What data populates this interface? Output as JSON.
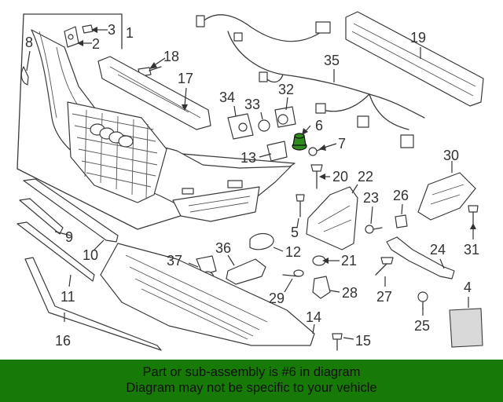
{
  "callouts": [
    {
      "id": "c1",
      "label": "1"
    },
    {
      "id": "c2",
      "label": "2"
    },
    {
      "id": "c3",
      "label": "3"
    },
    {
      "id": "c4",
      "label": "4"
    },
    {
      "id": "c5",
      "label": "5"
    },
    {
      "id": "c6",
      "label": "6"
    },
    {
      "id": "c7",
      "label": "7"
    },
    {
      "id": "c8",
      "label": "8"
    },
    {
      "id": "c9",
      "label": "9"
    },
    {
      "id": "c10",
      "label": "10"
    },
    {
      "id": "c11",
      "label": "11"
    },
    {
      "id": "c12",
      "label": "12"
    },
    {
      "id": "c13",
      "label": "13"
    },
    {
      "id": "c14",
      "label": "14"
    },
    {
      "id": "c15",
      "label": "15"
    },
    {
      "id": "c16",
      "label": "16"
    },
    {
      "id": "c17",
      "label": "17"
    },
    {
      "id": "c18",
      "label": "18"
    },
    {
      "id": "c19",
      "label": "19"
    },
    {
      "id": "c20",
      "label": "20"
    },
    {
      "id": "c21",
      "label": "21"
    },
    {
      "id": "c22",
      "label": "22"
    },
    {
      "id": "c23",
      "label": "23"
    },
    {
      "id": "c24",
      "label": "24"
    },
    {
      "id": "c25",
      "label": "25"
    },
    {
      "id": "c26",
      "label": "26"
    },
    {
      "id": "c27",
      "label": "27"
    },
    {
      "id": "c28",
      "label": "28"
    },
    {
      "id": "c29",
      "label": "29"
    },
    {
      "id": "c30",
      "label": "30"
    },
    {
      "id": "c31",
      "label": "31"
    },
    {
      "id": "c32",
      "label": "32"
    },
    {
      "id": "c33",
      "label": "33"
    },
    {
      "id": "c34",
      "label": "34"
    },
    {
      "id": "c35",
      "label": "35"
    },
    {
      "id": "c36",
      "label": "36"
    },
    {
      "id": "c37",
      "label": "37"
    }
  ],
  "highlighted_part": "6",
  "colors": {
    "banner_bg": "#177a07",
    "highlight": "#2e8b1c",
    "line": "#3a3a3a"
  },
  "banner": {
    "line1": "Part or sub-assembly is #6 in diagram",
    "line2": "Diagram may not be specific to your vehicle"
  }
}
